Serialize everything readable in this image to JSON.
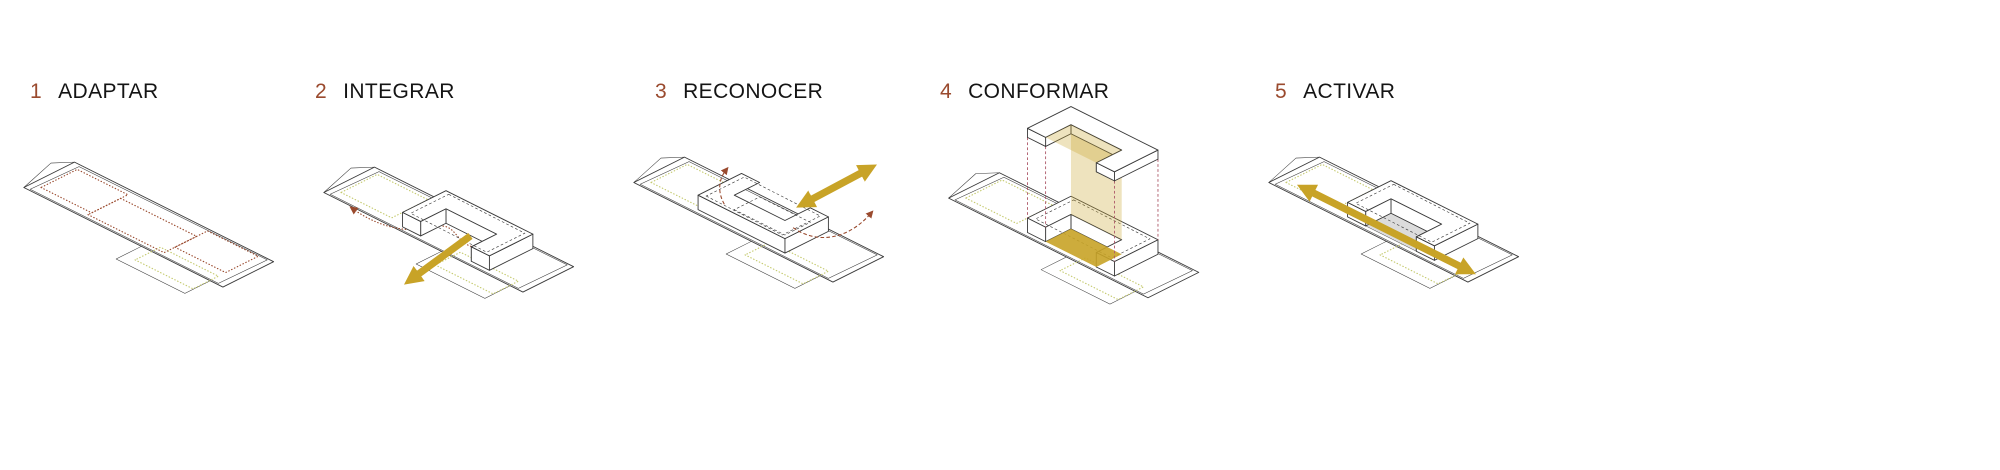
{
  "colors": {
    "accent-gold": "#C8A327",
    "accent-rust": "#9A4A2E",
    "line-dark": "#3a3a3a",
    "dash-red": "#AD5868",
    "dotted-green": "#C5CA6F",
    "roof-gray": "#DCDCDC"
  },
  "steps": [
    {
      "number": "1",
      "label": "ADAPTAR"
    },
    {
      "number": "2",
      "label": "INTEGRAR"
    },
    {
      "number": "3",
      "label": "RECONOCER"
    },
    {
      "number": "4",
      "label": "CONFORMAR"
    },
    {
      "number": "5",
      "label": "ACTIVAR"
    }
  ]
}
